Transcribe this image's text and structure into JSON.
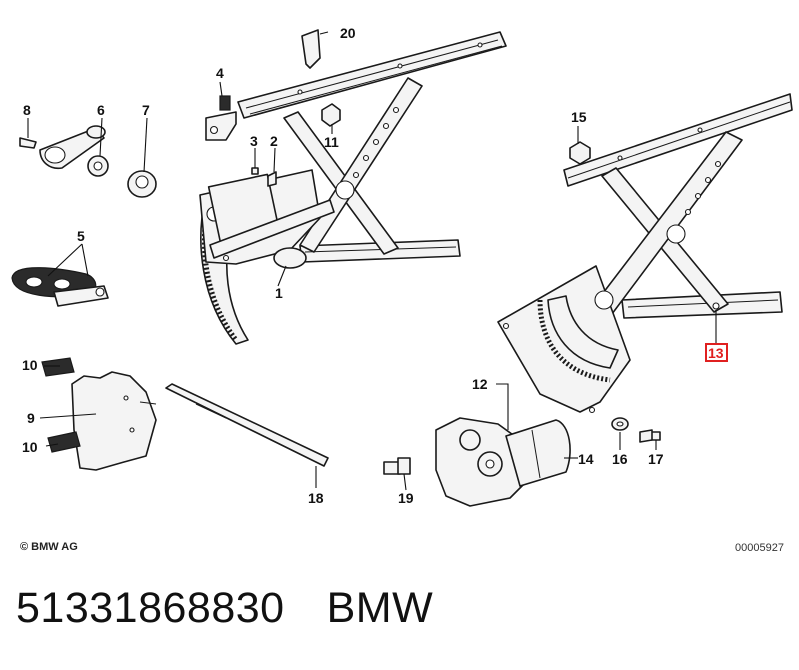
{
  "labels": {
    "p1": "1",
    "p2": "2",
    "p3": "3",
    "p4": "4",
    "p5": "5",
    "p6": "6",
    "p7": "7",
    "p8": "8",
    "p9": "9",
    "p10a": "10",
    "p10b": "10",
    "p11": "11",
    "p12": "12",
    "p13": "13",
    "p14": "14",
    "p15": "15",
    "p16": "16",
    "p17": "17",
    "p18": "18",
    "p19": "19",
    "p20": "20"
  },
  "highlight": {
    "part": "13",
    "color": "#e02020"
  },
  "footer": {
    "copyright": "© BMW AG",
    "image_code": "00005927"
  },
  "caption": {
    "part_number": "51331868830",
    "brand": "BMW"
  }
}
